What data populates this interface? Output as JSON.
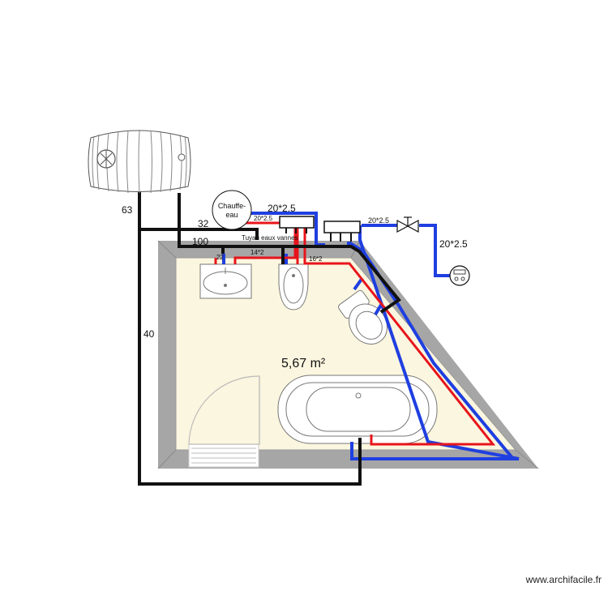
{
  "plan": {
    "area_label": "5,67 m²",
    "water_heater_label_line1": "Chauffe-",
    "water_heater_label_line2": "eau",
    "dims": {
      "d63": "63",
      "d40": "40",
      "d32": "32",
      "d100": "100"
    },
    "pipe_labels": {
      "main_top": "20*2.5",
      "main_right_small": "20*2.5",
      "main_right": "20*2.5",
      "heater_out_small": "20*2.5",
      "waste_pipe": "Tuyau eaux vannes",
      "small_22": "22",
      "small_16": "16*2",
      "small_14": "14*2"
    },
    "colors": {
      "wall": "#a6a6a6",
      "floor": "#fbf6df",
      "hot_pipe": "#e8141b",
      "cold_pipe": "#1f3fe0",
      "waste_pipe": "#111111"
    }
  },
  "watermark": "www.archifacile.fr"
}
